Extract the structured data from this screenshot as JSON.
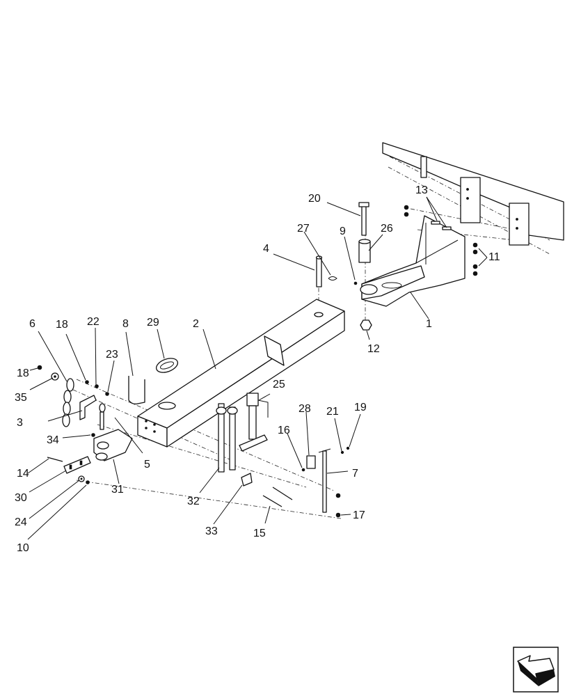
{
  "diagram": {
    "callouts": {
      "n1": "1",
      "n2": "2",
      "n3": "3",
      "n4": "4",
      "n5": "5",
      "n6": "6",
      "n7": "7",
      "n8": "8",
      "n9": "9",
      "n10": "10",
      "n11": "11",
      "n12": "12",
      "n13": "13",
      "n14": "14",
      "n15": "15",
      "n16": "16",
      "n17": "17",
      "n18a": "18",
      "n18b": "18",
      "n19": "19",
      "n20": "20",
      "n21": "21",
      "n22": "22",
      "n23": "23",
      "n24": "24",
      "n25": "25",
      "n26": "26",
      "n27": "27",
      "n28": "28",
      "n29": "29",
      "n30": "30",
      "n31": "31",
      "n32": "32",
      "n33": "33",
      "n34": "34",
      "n35": "35"
    },
    "nav": {
      "icon": "arrow-back-icon"
    }
  }
}
